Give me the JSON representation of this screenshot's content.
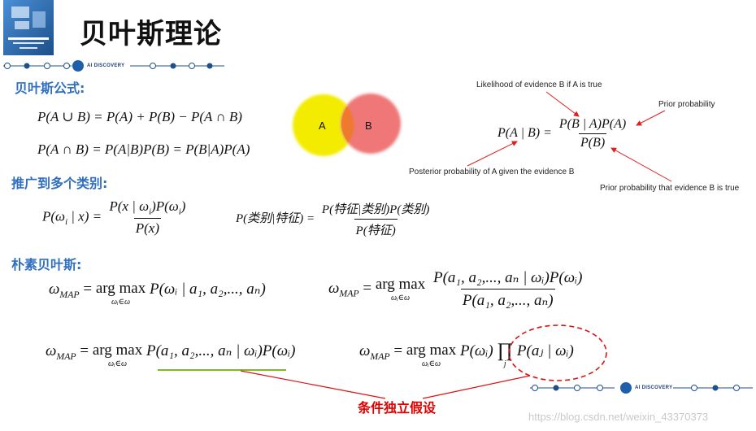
{
  "title": "贝叶斯理论",
  "sections": {
    "formula": "贝叶斯公式:",
    "multi_class": "推广到多个类别:",
    "naive": "朴素贝叶斯:"
  },
  "logo": {
    "label": "AI DISCOVERY"
  },
  "formulas": {
    "union": "P(A ∪ B) = P(A) + P(B) − P(A ∩ B)",
    "intersection": "P(A ∩ B) = P(A|B)P(B) = P(B|A)P(A)",
    "bayes_lhs": "P(A | B) =",
    "bayes_num": "P(B | A)P(A)",
    "bayes_den": "P(B)",
    "multi_lhs": "P(ω",
    "multi_lhs_sub": "i",
    "multi_lhs_rest": " | x) =",
    "multi_num": "P(x | ω",
    "multi_num_sub": "i",
    "multi_num_rest": ")P(ω",
    "multi_num_sub2": "i",
    "multi_num_end": ")",
    "multi_den": "P(x)",
    "cn_lhs": "P(类别|特征) =",
    "cn_num": "P(特征|类别)P(类别)",
    "cn_den": "P(特征)",
    "map_label": "MAP",
    "argmax": "arg max",
    "argmax_sub": "ωᵢ∈ω",
    "omega": "ω",
    "map1_rhs": "P(ωᵢ | a₁, a₂,..., aₙ)",
    "map2_num": "P(a₁, a₂,..., aₙ | ωᵢ)P(ωᵢ)",
    "map2_den": "P(a₁, a₂,..., aₙ)",
    "map3_rhs": "P(a₁, a₂,..., aₙ | ωᵢ)P(ωᵢ)",
    "map4_p": "P(ωᵢ)",
    "map4_prod": "∏",
    "map4_prod_sub": "j",
    "map4_rest": "P(aⱼ | ωᵢ)",
    "equals": "="
  },
  "venn": {
    "a": "A",
    "b": "B"
  },
  "annotations": {
    "likelihood": "Likelihood of evidence B if A is true",
    "prior": "Prior probability",
    "posterior": "Posterior probability of A given the evidence B",
    "prior_b": "Prior probability that evidence B is true"
  },
  "assumption_label": "条件独立假设",
  "watermark": "https://blog.csdn.net/weixin_43370373",
  "colors": {
    "section": "#2f6fc1",
    "arrow": "#e02020",
    "venn_a": "#f3ec00",
    "venn_b": "#ee6b6b",
    "underline": "#7fb92a"
  }
}
